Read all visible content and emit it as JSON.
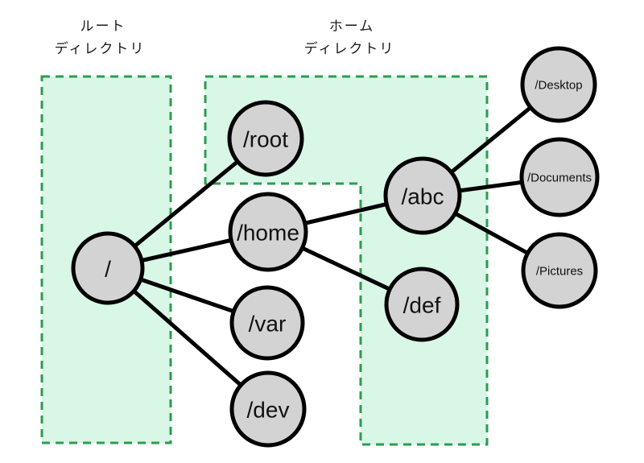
{
  "diagram": {
    "type": "filesystem-tree",
    "region_labels": {
      "root_line1": "ルート",
      "root_line2": "ディレクトリ",
      "home_line1": "ホーム",
      "home_line2": "ディレクトリ"
    },
    "nodes": [
      {
        "id": "slash",
        "label": "/"
      },
      {
        "id": "root",
        "label": "/root"
      },
      {
        "id": "home",
        "label": "/home"
      },
      {
        "id": "var",
        "label": "/var"
      },
      {
        "id": "dev",
        "label": "/dev"
      },
      {
        "id": "abc",
        "label": "/abc"
      },
      {
        "id": "def",
        "label": "/def"
      },
      {
        "id": "desktop",
        "label": "/Desktop"
      },
      {
        "id": "documents",
        "label": "/Documents"
      },
      {
        "id": "pictures",
        "label": "/Pictures"
      }
    ],
    "edges": [
      [
        "/",
        "/root"
      ],
      [
        "/",
        "/home"
      ],
      [
        "/",
        "/var"
      ],
      [
        "/",
        "/dev"
      ],
      [
        "/home",
        "/abc"
      ],
      [
        "/home",
        "/def"
      ],
      [
        "/abc",
        "/Desktop"
      ],
      [
        "/abc",
        "/Documents"
      ],
      [
        "/abc",
        "/Pictures"
      ]
    ],
    "colors": {
      "region_fill": "#d8f7e6",
      "region_border": "#2e9b52",
      "node_fill": "#d3d3d3",
      "node_border": "#000000",
      "edge": "#000000",
      "text": "#1a1a1a"
    }
  }
}
